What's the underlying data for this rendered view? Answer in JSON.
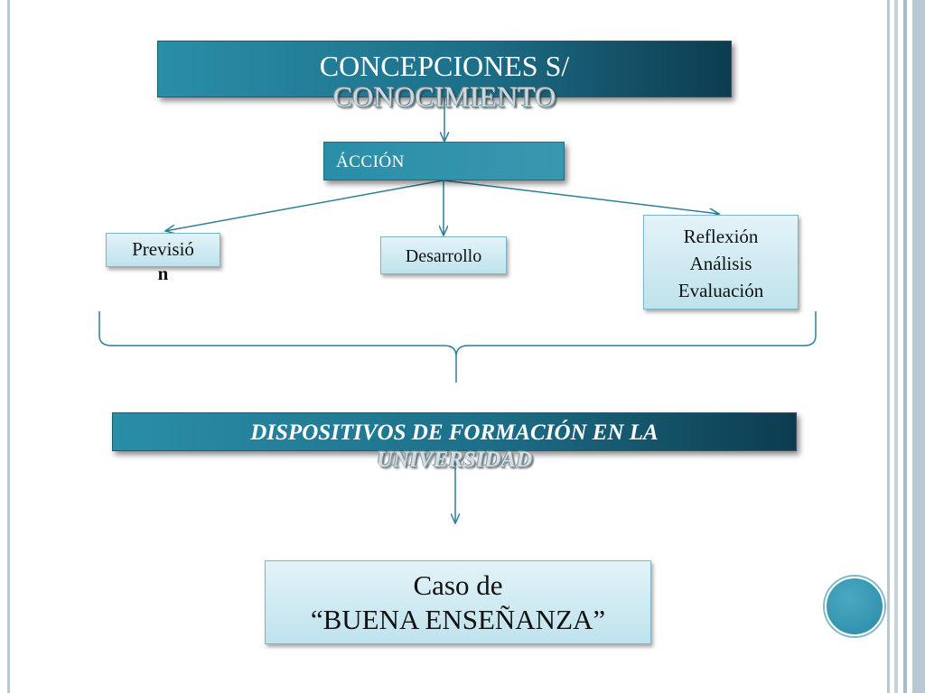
{
  "slide": {
    "title_line1": "CONCEPCIONES S/",
    "title_line2": "CONOCIMIENTO",
    "action": "ÁCCIÓN",
    "prevision_line1": "Previsió",
    "prevision_line2": "n",
    "desarrollo": "Desarrollo",
    "reflexion": "Reflexión",
    "analisis": "Análisis",
    "evaluacion": "Evaluación",
    "dispositivos_line1": "DISPOSITIVOS DE FORMACIÓN EN LA",
    "dispositivos_line2": "UNIVERSIDAD",
    "case_line1": "Caso de",
    "case_line2": "“BUENA ENSEÑANZA”"
  },
  "colors": {
    "dark_box": "#1d6f88",
    "light_box": "#c7e6ef",
    "connector": "#2b7f96",
    "decor_circle": "#2b8aa6"
  }
}
